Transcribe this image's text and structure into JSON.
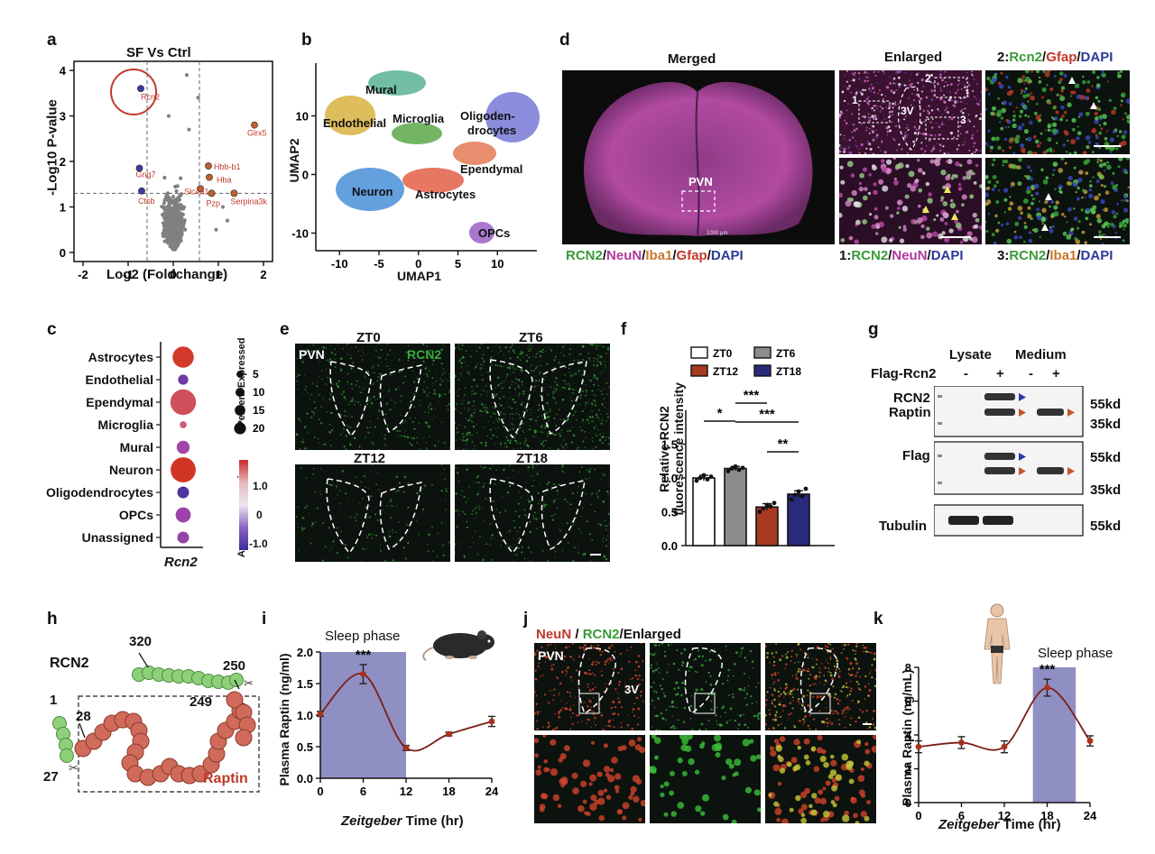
{
  "colors": {
    "green": "#3a9a3a",
    "magenta": "#b0399a",
    "orange": "#c8782a",
    "red": "#c0392b",
    "blue": "#2b3a9a",
    "purple_band": "#8f8fc4",
    "brown_line": "#7a1f18",
    "volcano_gray": "#808080"
  },
  "panels": {
    "a": {
      "label": "a",
      "title": "SF Vs Ctrl",
      "ylabel": "-Log10 P-value",
      "xlabel": "Log2 (Foldchange)",
      "xticks": [
        "-2",
        "-1",
        "0",
        "1",
        "2"
      ],
      "yticks": [
        "0",
        "1",
        "2",
        "3",
        "4"
      ],
      "genes": [
        "Rcn2",
        "Glrx5",
        "Hbb-b1",
        "Hba",
        "Serpina3k",
        "Gng7",
        "Slc4a1",
        "Pzp",
        "Ctsb"
      ]
    },
    "b": {
      "label": "b",
      "xlabel": "UMAP1",
      "ylabel": "UMAP2",
      "xticks": [
        "-10",
        "-5",
        "0",
        "5",
        "10"
      ],
      "yticks": [
        "-10",
        "0",
        "10"
      ],
      "clusters": [
        "Mural",
        "Endothelial",
        "Microglia",
        "Oligoden-",
        "drocytes",
        "Ependymal",
        "Neuron",
        "Astrocytes",
        "OPCs"
      ]
    },
    "c": {
      "label": "c",
      "rows": [
        "Astrocytes",
        "Endothelial",
        "Ependymal",
        "Microglia",
        "Mural",
        "Neuron",
        "Oligodendrocytes",
        "OPCs",
        "Unassigned"
      ],
      "xlabel": "Rcn2",
      "size_title": "Percent Expressed",
      "size_ticks": [
        "5",
        "10",
        "15",
        "20"
      ],
      "color_title": "Average expression",
      "color_ticks": [
        "1.0",
        "0",
        "-1.0"
      ]
    },
    "d": {
      "label": "d",
      "merged_title": "Merged",
      "enlarged_title": "Enlarged",
      "pvn": "PVN",
      "v3": "3V",
      "box_labels": [
        "1",
        "2",
        "3"
      ],
      "scale_text": "1000 μm",
      "caption_main": [
        "RCN2",
        "/",
        "NeuN",
        "/",
        "Iba1",
        "/",
        "Gfap",
        "/",
        "DAPI"
      ],
      "caption_1": [
        "1:",
        "RCN2",
        "/",
        "NeuN",
        "/",
        "DAPI"
      ],
      "caption_2": [
        "2:",
        "Rcn2",
        "/",
        "Gfap",
        "/",
        "DAPI"
      ],
      "caption_3": [
        "3:",
        "RCN2",
        "/",
        "Iba1",
        "/",
        "DAPI"
      ]
    },
    "e": {
      "label": "e",
      "pvn": "PVN",
      "rcn2": "RCN2",
      "times": [
        "ZT0",
        "ZT6",
        "ZT12",
        "ZT18"
      ]
    },
    "f": {
      "label": "f",
      "ylabel_1": "Relative RCN2",
      "ylabel_2": "fluorescence intensity",
      "yticks": [
        "0.0",
        "0.5",
        "1.0",
        "1.5"
      ],
      "legend": [
        "ZT0",
        "ZT6",
        "ZT12",
        "ZT18"
      ],
      "sig": [
        "*",
        "***",
        "***",
        "**"
      ]
    },
    "g": {
      "label": "g",
      "lysate": "Lysate",
      "medium": "Medium",
      "flag_rcn2": "Flag-Rcn2",
      "lane_signs": [
        "-",
        "+",
        "-",
        "+"
      ],
      "row_rcn2": "RCN2",
      "row_raptin": "Raptin",
      "row_flag": "Flag",
      "row_tubulin": "Tubulin",
      "mw": [
        "55kd",
        "35kd",
        "55kd",
        "35kd",
        "55kd"
      ]
    },
    "h": {
      "label": "h",
      "name": "RCN2",
      "raptin": "Raptin",
      "numbers": [
        "320",
        "250",
        "249",
        "1",
        "28",
        "27"
      ]
    },
    "i": {
      "label": "i",
      "band_label": "Sleep phase",
      "sig": "***",
      "ylabel": "Plasma Raptin (ng/ml)",
      "xlabel_italic": "Zeitgeber",
      "xlabel_rest": " Time (hr)",
      "xticks": [
        "0",
        "6",
        "12",
        "18",
        "24"
      ],
      "yticks": [
        "0.0",
        "0.5",
        "1.0",
        "1.5",
        "2.0"
      ]
    },
    "j": {
      "label": "j",
      "caption": [
        "NeuN",
        " / ",
        "RCN2",
        "/Enlarged"
      ],
      "pvn": "PVN",
      "v3": "3V"
    },
    "k": {
      "label": "k",
      "band_label": "Sleep phase",
      "sig": "***",
      "ylabel": "Plasma Raptin (ng/mL)",
      "xlabel_italic": "Zeitgeber",
      "xlabel_rest": " Time (hr)",
      "xticks": [
        "0",
        "6",
        "12",
        "18",
        "24"
      ],
      "yticks": [
        "0",
        "2",
        "4",
        "6",
        "8"
      ]
    }
  },
  "chart_data": [
    {
      "type": "scatter",
      "panel": "a",
      "title": "SF Vs Ctrl",
      "xlabel": "Log2 (Foldchange)",
      "ylabel": "-Log10 P-value",
      "xlim": [
        -2.2,
        2.2
      ],
      "ylim": [
        -0.2,
        4.2
      ],
      "thresholds": {
        "x": [
          -0.58,
          0.58
        ],
        "y": 1.3
      },
      "highlighted": [
        {
          "gene": "Rcn2",
          "x": -0.72,
          "y": 3.6,
          "direction": "down"
        },
        {
          "gene": "Gng7",
          "x": -0.75,
          "y": 1.85,
          "direction": "down"
        },
        {
          "gene": "Ctsb",
          "x": -0.7,
          "y": 1.35,
          "direction": "down"
        },
        {
          "gene": "Glrx5",
          "x": 1.8,
          "y": 2.8,
          "direction": "up"
        },
        {
          "gene": "Hbb-b1",
          "x": 0.78,
          "y": 1.9,
          "direction": "up"
        },
        {
          "gene": "Hba",
          "x": 0.8,
          "y": 1.65,
          "direction": "up"
        },
        {
          "gene": "Slc4a1",
          "x": 0.6,
          "y": 1.4,
          "direction": "up"
        },
        {
          "gene": "Pzp",
          "x": 0.85,
          "y": 1.3,
          "direction": "up"
        },
        {
          "gene": "Serpina3k",
          "x": 1.35,
          "y": 1.3,
          "direction": "up"
        }
      ]
    },
    {
      "type": "bar",
      "panel": "f",
      "categories": [
        "ZT0",
        "ZT6",
        "ZT12",
        "ZT18"
      ],
      "values": [
        1.0,
        1.14,
        0.57,
        0.76
      ],
      "errors": [
        0.04,
        0.03,
        0.05,
        0.05
      ],
      "points": [
        [
          0.96,
          1.0,
          1.04,
          0.98,
          1.02
        ],
        [
          1.1,
          1.14,
          1.17,
          1.12,
          1.15
        ],
        [
          0.5,
          0.55,
          0.6,
          0.58,
          0.63
        ],
        [
          0.68,
          0.75,
          0.8,
          0.73,
          0.84
        ]
      ],
      "series_colors": [
        "#ffffff",
        "#8c8c8c",
        "#a83a22",
        "#2a2a7a"
      ],
      "ylabel": "Relative RCN2 fluorescence intensity",
      "ylim": [
        0,
        2.0
      ],
      "yticks": [
        0,
        0.5,
        1.0,
        1.5
      ],
      "significance": [
        {
          "from": 0,
          "to": 1,
          "label": "*"
        },
        {
          "from": 1,
          "to": 2,
          "label": "***"
        },
        {
          "from": 1,
          "to": 3,
          "label": "***"
        },
        {
          "from": 2,
          "to": 3,
          "label": "**"
        }
      ]
    },
    {
      "type": "line",
      "panel": "i",
      "x": [
        0,
        6,
        12,
        18,
        24
      ],
      "values": [
        1.02,
        1.65,
        0.48,
        0.7,
        0.9
      ],
      "errors": [
        0.04,
        0.15,
        0.04,
        0.03,
        0.08
      ],
      "ylabel": "Plasma Raptin (ng/ml)",
      "xlabel": "Zeitgeber Time (hr)",
      "xlim": [
        0,
        24
      ],
      "ylim": [
        0,
        2.0
      ],
      "band": [
        0,
        12
      ],
      "sig_at": 6
    },
    {
      "type": "line",
      "panel": "k",
      "x": [
        0,
        6,
        12,
        18,
        24
      ],
      "values": [
        3.3,
        3.55,
        3.3,
        6.8,
        3.65
      ],
      "errors": [
        0.35,
        0.35,
        0.35,
        0.5,
        0.3
      ],
      "ylabel": "Plasma Raptin (ng/mL)",
      "xlabel": "Zeitgeber Time (hr)",
      "xlim": [
        0,
        24
      ],
      "ylim": [
        0,
        8
      ],
      "band": [
        16,
        22
      ],
      "sig_at": 18
    },
    {
      "type": "scatter",
      "panel": "c",
      "categories": [
        "Astrocytes",
        "Endothelial",
        "Ependymal",
        "Microglia",
        "Mural",
        "Neuron",
        "Oligodendrocytes",
        "OPCs",
        "Unassigned"
      ],
      "percent": [
        14,
        2,
        22,
        0.5,
        4,
        21,
        3,
        6,
        3
      ],
      "average": [
        1.6,
        -0.8,
        0.9,
        0.5,
        -0.1,
        1.7,
        -1.3,
        -0.2,
        -0.3
      ]
    }
  ]
}
